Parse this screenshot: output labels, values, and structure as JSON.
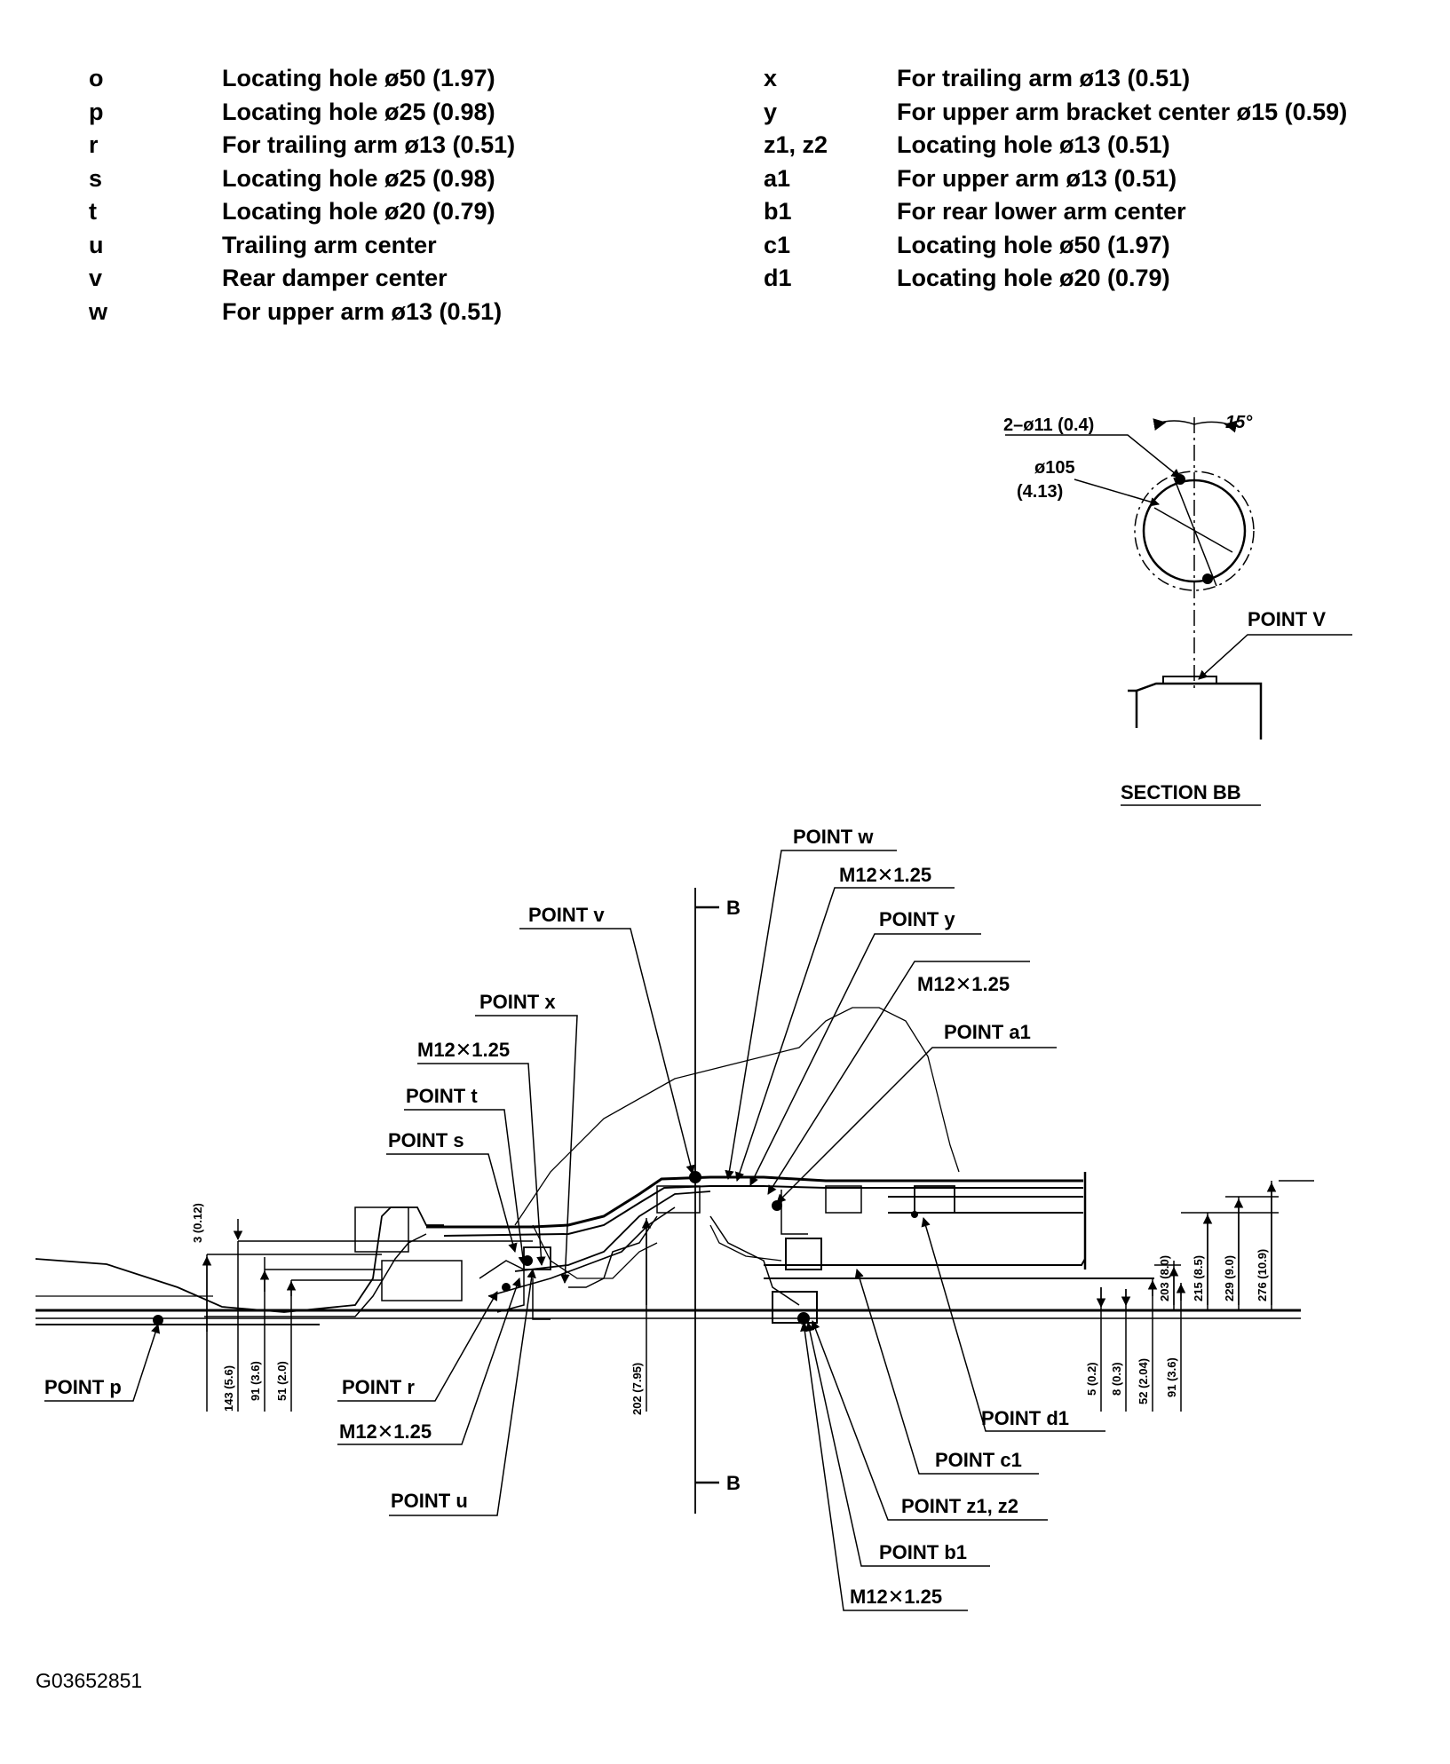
{
  "legend_left": [
    {
      "code": "o",
      "desc": "Locating hole ø50 (1.97)"
    },
    {
      "code": "p",
      "desc": "Locating hole ø25 (0.98)"
    },
    {
      "code": "r",
      "desc": "For trailing arm ø13 (0.51)"
    },
    {
      "code": "s",
      "desc": "Locating hole ø25 (0.98)"
    },
    {
      "code": "t",
      "desc": "Locating hole ø20 (0.79)"
    },
    {
      "code": "u",
      "desc": "Trailing arm center"
    },
    {
      "code": "v",
      "desc": "Rear damper center"
    },
    {
      "code": "w",
      "desc": "For upper arm ø13 (0.51)"
    }
  ],
  "legend_right": [
    {
      "code": "x",
      "desc": "For trailing arm ø13 (0.51)"
    },
    {
      "code": "y",
      "desc": "For upper arm bracket center ø15 (0.59)"
    },
    {
      "code": "z1, z2",
      "desc": "Locating hole ø13 (0.51)"
    },
    {
      "code": "a1",
      "desc": "For upper arm ø13 (0.51)"
    },
    {
      "code": "b1",
      "desc": "For rear lower arm center"
    },
    {
      "code": "c1",
      "desc": "Locating hole ø50 (1.97)"
    },
    {
      "code": "d1",
      "desc": "Locating hole ø20 (0.79)"
    }
  ],
  "section": {
    "holes_label": "2–ø11 (0.4)",
    "diameter_label": "ø105",
    "diameter_inch": "(4.13)",
    "angle": "15°",
    "point_label": "POINT V",
    "title": "SECTION  BB"
  },
  "section_marker": "B",
  "callouts": {
    "point_w": "POINT w",
    "m12_top": "M12✕1.25",
    "point_v": "POINT v",
    "point_y": "POINT y",
    "m12_upper": "M12✕1.25",
    "point_x": "POINT x",
    "point_a1": "POINT a1",
    "m12_left": "M12✕1.25",
    "point_t": "POINT t",
    "point_s": "POINT s",
    "point_p": "POINT p",
    "point_r": "POINT r",
    "m12_lower": "M12✕1.25",
    "point_u": "POINT u",
    "point_d1": "POINT d1",
    "point_c1": "POINT c1",
    "point_z": "POINT z1, z2",
    "point_b1": "POINT b1",
    "m12_bottom": "M12✕1.25"
  },
  "dimensions": {
    "d3": "3 (0.12)",
    "d143": "143 (5.6)",
    "d91_left": "91 (3.6)",
    "d51": "51 (2.0)",
    "d202": "202 (7.95)",
    "d5": "5 (0.2)",
    "d8": "8 (0.3)",
    "d52": "52 (2.04)",
    "d91_right": "91 (3.6)",
    "d203": "203 (8.0)",
    "d215": "215 (8.5)",
    "d229": "229 (9.0)",
    "d276": "276 (10.9)"
  },
  "figure_id": "G03652851"
}
